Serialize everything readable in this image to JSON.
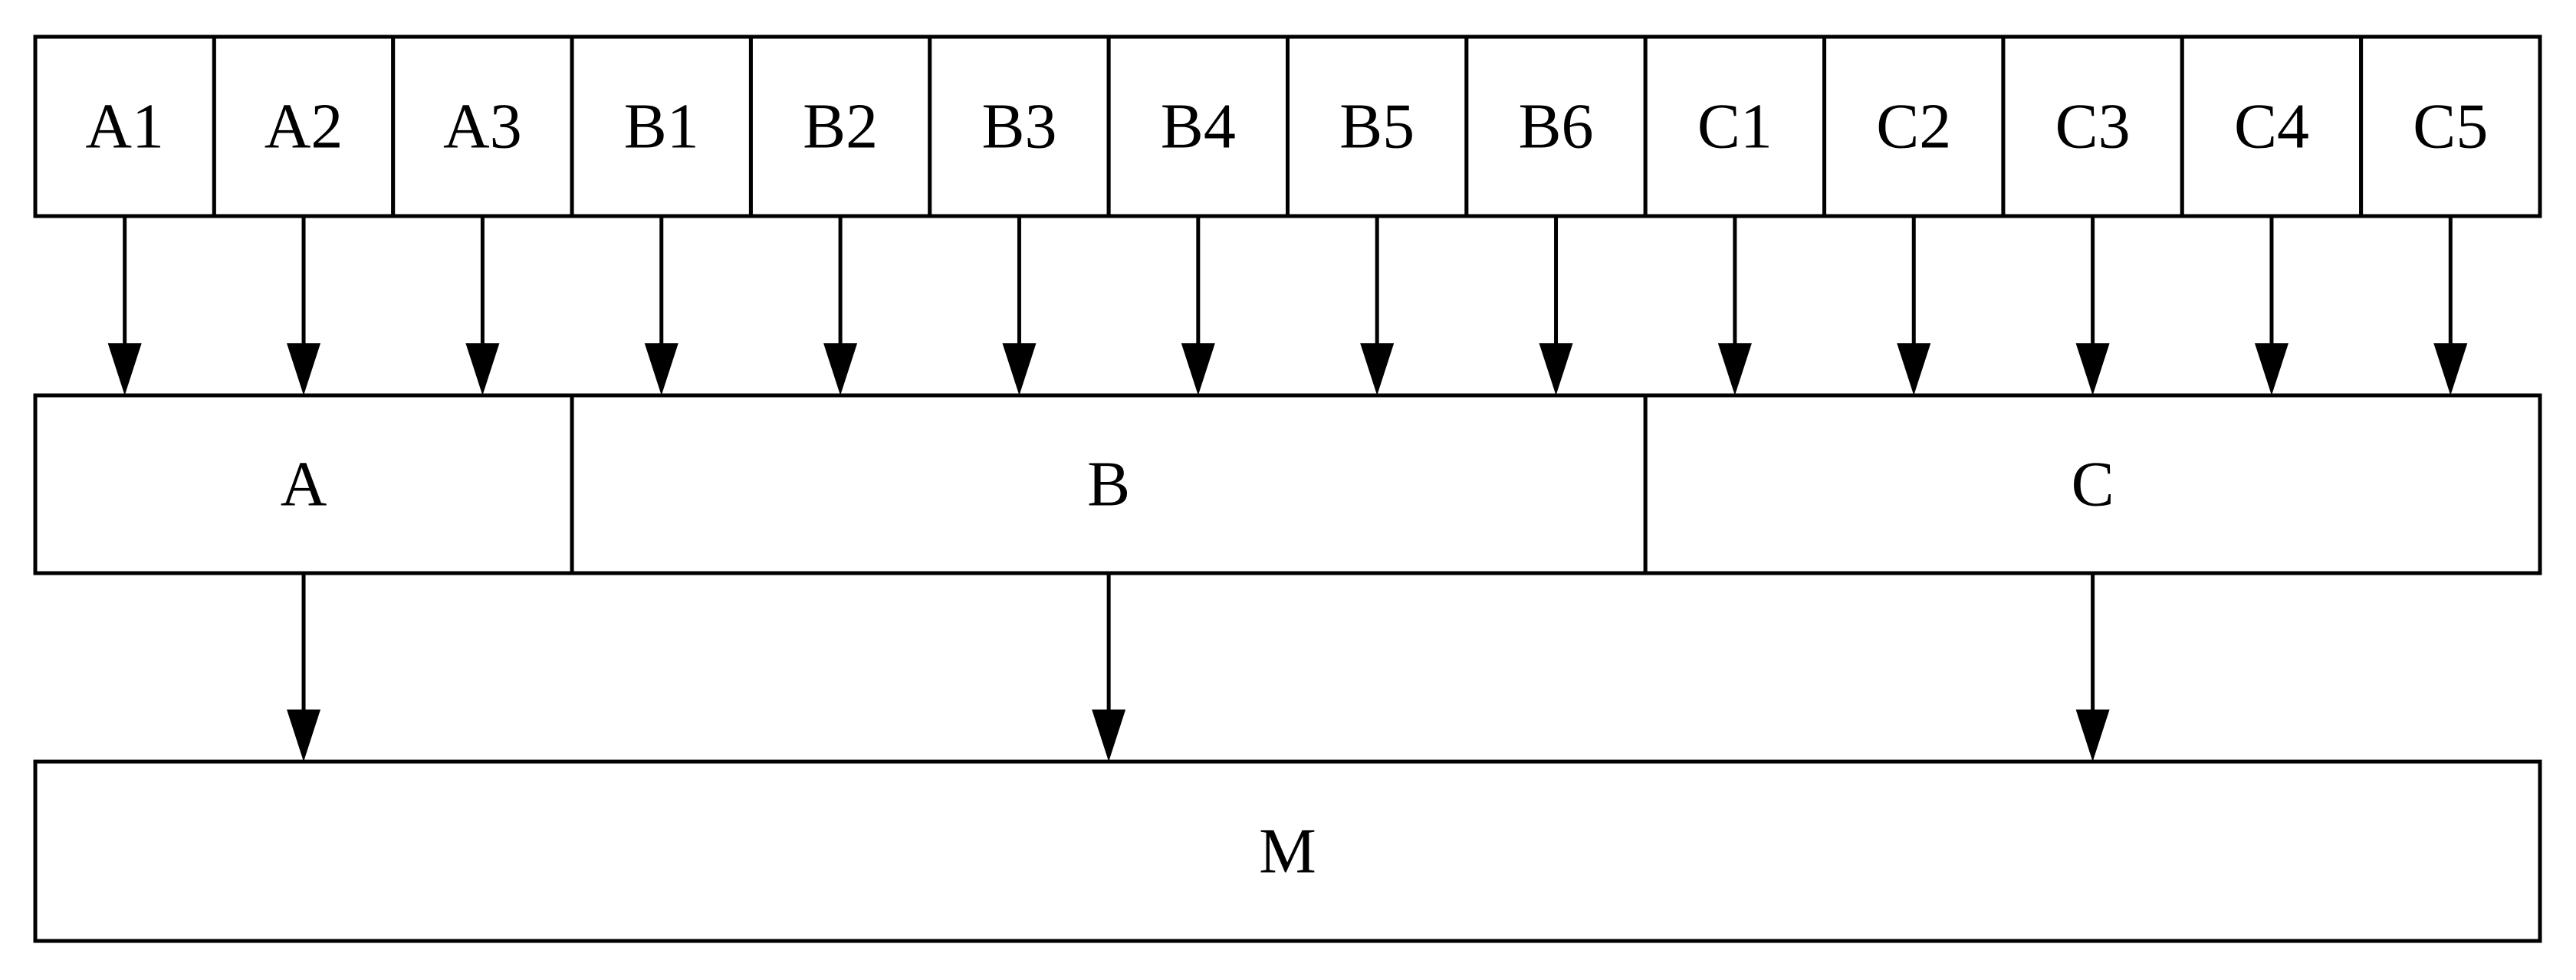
{
  "diagram": {
    "top_row": [
      {
        "label": "A1",
        "group": "A"
      },
      {
        "label": "A2",
        "group": "A"
      },
      {
        "label": "A3",
        "group": "A"
      },
      {
        "label": "B1",
        "group": "B"
      },
      {
        "label": "B2",
        "group": "B"
      },
      {
        "label": "B3",
        "group": "B"
      },
      {
        "label": "B4",
        "group": "B"
      },
      {
        "label": "B5",
        "group": "B"
      },
      {
        "label": "B6",
        "group": "B"
      },
      {
        "label": "C1",
        "group": "C"
      },
      {
        "label": "C2",
        "group": "C"
      },
      {
        "label": "C3",
        "group": "C"
      },
      {
        "label": "C4",
        "group": "C"
      },
      {
        "label": "C5",
        "group": "C"
      }
    ],
    "middle_row": [
      {
        "label": "A"
      },
      {
        "label": "B"
      },
      {
        "label": "C"
      }
    ],
    "bottom": {
      "label": "M"
    },
    "colors": {
      "stroke": "#000000",
      "fill": "#ffffff"
    }
  }
}
